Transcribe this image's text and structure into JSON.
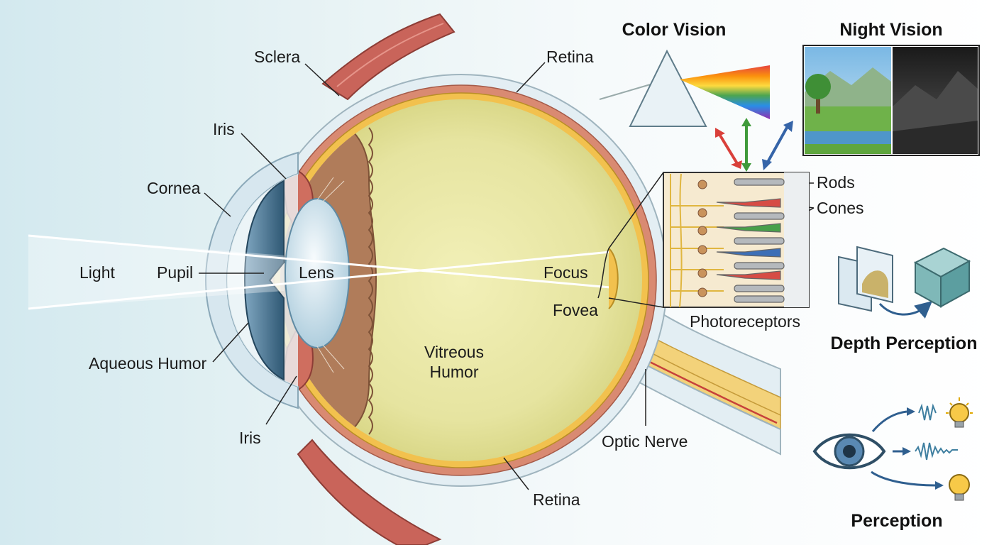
{
  "labels": {
    "sclera": "Sclera",
    "retina_top": "Retina",
    "iris_top": "Iris",
    "cornea": "Cornea",
    "light": "Light",
    "pupil": "Pupil",
    "lens": "Lens",
    "focus": "Focus",
    "fovea": "Fovea",
    "aqueous_humor": "Aqueous Humor",
    "vitreous_line1": "Vitreous",
    "vitreous_line2": "Humor",
    "iris_bottom": "Iris",
    "optic_nerve": "Optic Nerve",
    "retina_bottom": "Retina",
    "rods": "Rods",
    "cones": "Cones",
    "photoreceptors": "Photoreceptors"
  },
  "panels": {
    "color_vision": "Color Vision",
    "night_vision": "Night Vision",
    "depth_perception": "Depth Perception",
    "perception": "Perception"
  },
  "colors": {
    "background": "#dcecf0",
    "sclera": "#e3eef3",
    "choroid": "#d98a72",
    "retina": "#f2c14e",
    "vitreous": "#e3e39a",
    "lens": "#cfe4ee",
    "iris": "#3f6f8e",
    "optic_nerve": "#f3d27a",
    "muscle": "#c9645a",
    "arrow_red": "#d9403a",
    "arrow_green": "#3f9a3a",
    "arrow_blue": "#3564a8"
  },
  "icons": [
    "prism-icon",
    "spectrum-icon",
    "cube-icon",
    "photo-frames-icon",
    "eye-icon",
    "waveform-icon",
    "lightbulb-icon",
    "curved-arrow-icon"
  ]
}
